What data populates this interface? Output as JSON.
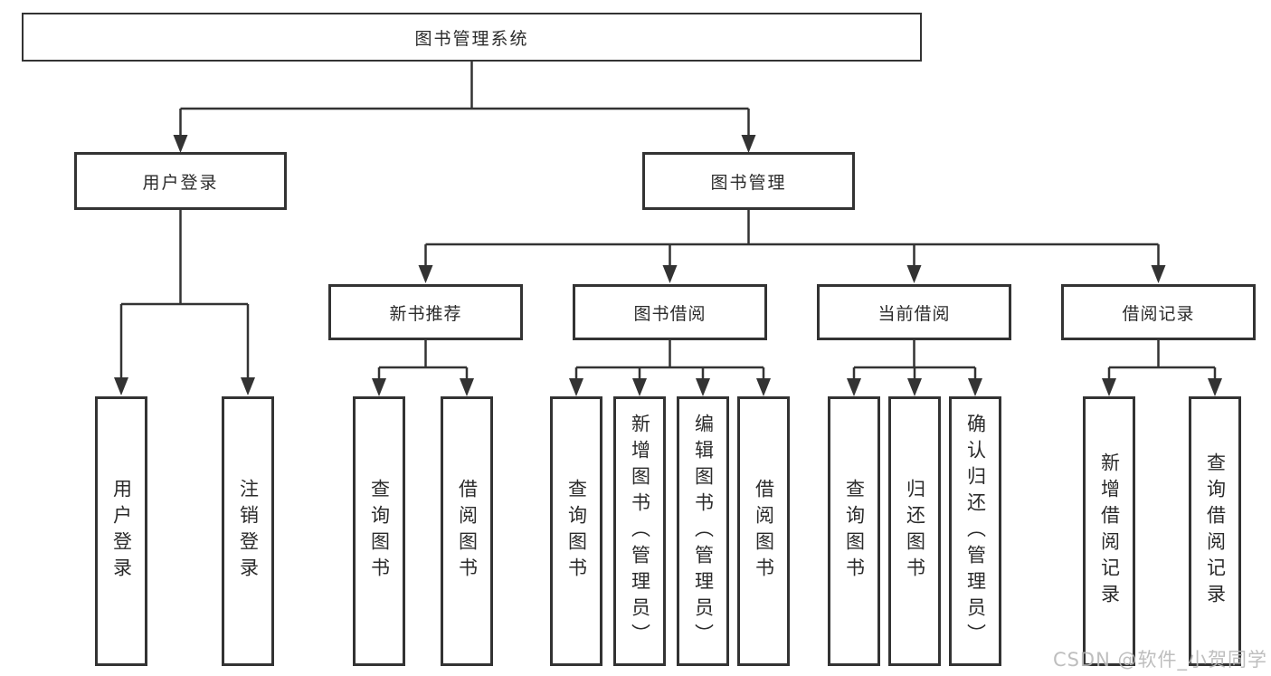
{
  "tree": {
    "root": {
      "label": "图书管理系统"
    },
    "children": [
      {
        "label": "用户登录",
        "children": [
          {
            "label": "用户登录"
          },
          {
            "label": "注销登录"
          }
        ]
      },
      {
        "label": "图书管理",
        "children": [
          {
            "label": "新书推荐",
            "children": [
              {
                "label": "查询图书"
              },
              {
                "label": "借阅图书"
              }
            ]
          },
          {
            "label": "图书借阅",
            "children": [
              {
                "label": "查询图书"
              },
              {
                "label": "新增图书（管理员）"
              },
              {
                "label": "编辑图书（管理员）"
              },
              {
                "label": "借阅图书"
              }
            ]
          },
          {
            "label": "当前借阅",
            "children": [
              {
                "label": "查询图书"
              },
              {
                "label": "归还图书"
              },
              {
                "label": "确认归还（管理员）"
              }
            ]
          },
          {
            "label": "借阅记录",
            "children": [
              {
                "label": "新增借阅记录"
              },
              {
                "label": "查询借阅记录"
              }
            ]
          }
        ]
      }
    ]
  },
  "watermark": {
    "text": "CSDN @软件_小贺同学"
  },
  "colors": {
    "line": "#333333",
    "box_border": "#333333",
    "box_fill": "#ffffff",
    "text": "#2b2b2b",
    "watermark": "#b9b9b9",
    "background": "#ffffff"
  }
}
